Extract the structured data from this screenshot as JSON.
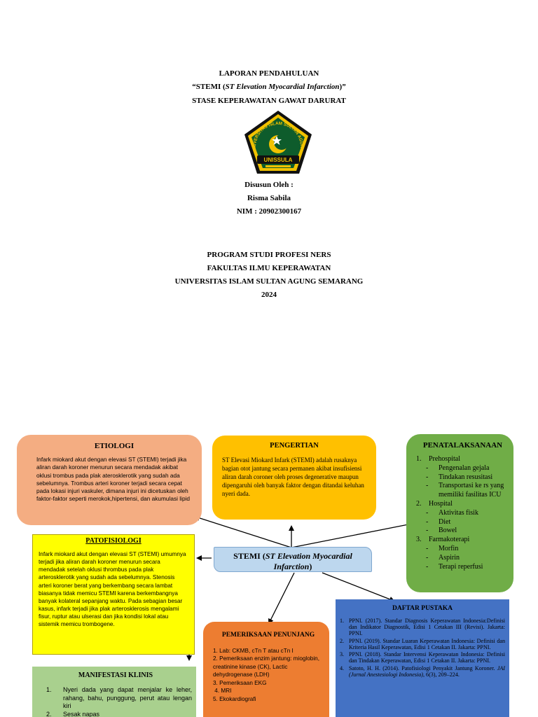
{
  "cover": {
    "line1": "LAPORAN PENDAHULUAN",
    "line2_open": "“STEMI (",
    "line2_italic": "ST Elevation Myocardial Infarction",
    "line2_close": ")”",
    "line3": "STASE KEPERAWATAN GAWAT DARURAT",
    "logo": {
      "arc_text": "UNIVERSITAS ISLAM SULTAN AGUNG",
      "banner": "UNISSULA",
      "colors": {
        "gold": "#f2c200",
        "green": "#0e5c2c",
        "black": "#111111"
      }
    },
    "disusun_oleh": "Disusun Oleh :",
    "author": "Risma Sabila",
    "nim": "NIM : 20902300167",
    "program": "PROGRAM STUDI PROFESI NERS",
    "fakultas": "FAKULTAS ILMU KEPERAWATAN",
    "universitas": "UNIVERSITAS ISLAM SULTAN AGUNG SEMARANG",
    "year": "2024"
  },
  "map": {
    "center": {
      "open": "STEMI (",
      "italic": "ST Elevation Myocardial Infarction",
      "close": ")"
    },
    "etiologi": {
      "title": "ETIOLOGI",
      "text": "Infark miokard akut dengan elevasi ST (STEMI) terjadi jika aliran darah koroner menurun secara mendadak akibat oklusi trombus pada plak aterosklerotik yang sudah ada sebelumnya. Trombus arteri koroner terjadi secara cepat pada lokasi injuri vaskuler, dimana injuri ini dicetuskan oleh faktor-faktor seperti merokok,hipertensi, dan akumulasi lipid"
    },
    "pengertian": {
      "title": "PENGERTIAN",
      "text": "ST Elevasi Miokard Infark (STEMI) adalah rusaknya bagian otot jantung secara permanen akibat insufisiensi aliran darah coroner oleh proses degenerative maupun dipengaruhi oleh banyak faktor dengan ditandai keluhan nyeri dada."
    },
    "penatalaksanaan": {
      "title": "PENATALAKSANAAN",
      "groups": [
        {
          "num": "1.",
          "label": "Prehospital",
          "items": [
            "Pengenalan gejala",
            "Tindakan resusitasi",
            "Transportasi ke rs yang memiliki fasilitas ICU"
          ]
        },
        {
          "num": "2.",
          "label": "Hospital",
          "items": [
            "Aktivitas fisik",
            "Diet",
            "Bowel"
          ]
        },
        {
          "num": "3.",
          "label": "Farmakoterapi",
          "items": [
            "Morfin",
            "Aspirin",
            "Terapi reperfusi"
          ]
        }
      ],
      "dash": "-"
    },
    "patofisiologi": {
      "title": "PATOFISIOLOGI",
      "text": "Infark miokard akut dengan elevasi ST (STEMI) umumnya terjadi jika aliran darah koroner menurun secara mendadak setelah oklusi thrombus pada plak arterosklerotik yang sudah ada sebelumnya. Stenosis arteri koroner berat yang berkembang secara lambat biasanya tidak memicu STEMI karena berkembangnya banyak kolateral sepanjang waktu. Pada sebagian besar kasus, infark terjadi jika plak arterosklerosis mengalami fisur, ruptur atau ulserasi dan jika kondisi lokal atau sistemik memicu trombogene."
    },
    "pemeriksaan": {
      "title": "PEMERIKSAAN PENUNJANG",
      "items": [
        "1. Lab: CKMB, cTn T atau cTn I",
        "2. Pemeriksaan enzim jantung: mioglobin, creatinine kinase (CK), Lactic dehydrogenase (LDH)",
        "3. Pemeriksaan EKG",
        " 4. MRI",
        "5. Ekokardiografi"
      ]
    },
    "daftar_pustaka": {
      "title": "DAFTAR PUSTAKA",
      "items": [
        {
          "num": "1.",
          "text": "PPNI. (2017). Standar Diagnosis Keperawatan Indonesia:Definisi dan Indikator Diagnostik, Edisi 1 Cetakan III (Revisi). Jakarta: PPNI."
        },
        {
          "num": "2.",
          "text": "PPNI. (2019). Standar Luaran Keperawatan Indonesia: Definisi dan Kriteria Hasil Keperawatan, Edisi 1 Cetakan II. Jakarta: PPNI."
        },
        {
          "num": "3.",
          "text": "PPNI. (2018). Standar Intervensi Keperawatan Indonesia: Definisi dan Tindakan Keperawatan, Edisi 1 Cetakan II. Jakarta: PPNI."
        },
        {
          "num": "4.",
          "text_a": "Satoto, H. H. (2014). Patofisiologi Penyakit Jantung Koroner. ",
          "text_italic": "JAI (Jurnal Anestesiologi Indonesia)",
          "text_b": ", 6(3), 209–224."
        }
      ]
    },
    "manifestasi": {
      "title": "MANIFESTASI KLINIS",
      "items": [
        {
          "num": "1.",
          "text": "Nyeri dada yang dapat menjalar ke leher, rahang, bahu, punggung, perut atau lengan kiri"
        },
        {
          "num": "2.",
          "text": "Sesak napas"
        }
      ]
    }
  }
}
